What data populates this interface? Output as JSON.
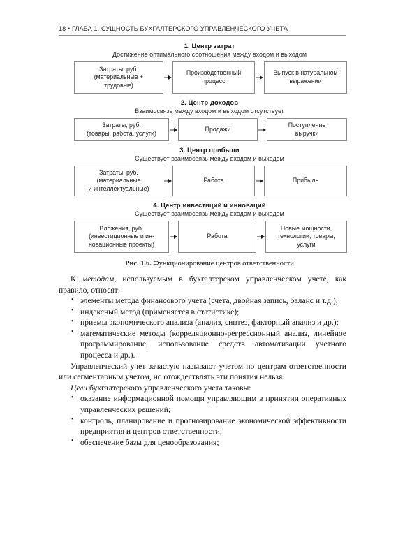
{
  "header": {
    "text": "18 • ГЛАВА 1.  СУЩНОСТЬ БУХГАЛТЕРСКОГО УПРАВЛЕНЧЕСКОГО УЧЕТА"
  },
  "figure": {
    "caption_label": "Рис. 1.6.",
    "caption_text": " Функционирование центров ответственности",
    "blocks": [
      {
        "title": "1. Центр затрат",
        "subtitle": "Достижение оптимального соотношения между входом и выходом",
        "nodes": [
          {
            "lines": [
              "Затраты, руб.",
              "(материальные +",
              "трудовые)"
            ]
          },
          {
            "lines": [
              "Производственный",
              "процесс"
            ]
          },
          {
            "lines": [
              "Выпуск в натуральном",
              "выражении"
            ]
          }
        ]
      },
      {
        "title": "2. Центр доходов",
        "subtitle": "Взаимосвязь между входом и выходом отсутствует",
        "nodes": [
          {
            "lines": [
              "Затраты, руб.",
              "(товары, работа, услуги)"
            ]
          },
          {
            "lines": [
              "Продажи"
            ]
          },
          {
            "lines": [
              "Поступление",
              "выручки"
            ]
          }
        ]
      },
      {
        "title": "3. Центр прибыли",
        "subtitle": "Существует взаимосвязь между входом и выходом",
        "nodes": [
          {
            "lines": [
              "Затраты, руб.",
              "(материальные",
              "и интеллектуальные)"
            ]
          },
          {
            "lines": [
              "Работа"
            ]
          },
          {
            "lines": [
              "Прибыль"
            ]
          }
        ]
      },
      {
        "title": "4. Центр инвестиций и инноваций",
        "subtitle": "Существует взаимосвязь между входом и выходом",
        "nodes": [
          {
            "lines": [
              "Вложения, руб.",
              "(инвестиционные и ин-",
              "новационные проекты)"
            ]
          },
          {
            "lines": [
              "Работа"
            ]
          },
          {
            "lines": [
              "Новые мощности,",
              "технологии, товары,",
              "услуги"
            ]
          }
        ]
      }
    ]
  },
  "body": {
    "para_methods_pre": "К ",
    "para_methods_italic": "методам",
    "para_methods_post": ", используемым в бухгалтерском управленческом учете, как правило, относят:",
    "methods_list": [
      "элементы метода финансового учета (счета, двойная запись, баланс и т.д.);",
      "индексный метод (применяется в статистике);",
      "приемы экономического анализа (анализ, синтез, факторный анализ и др.);",
      "математические методы (корреляционно-регрессионный анализ, линейное программирование, использование средств автоматизации учетного процесса и др.)."
    ],
    "para_responsibility": "Управленческий учет зачастую называют учетом по центрам ответственности или сегментарным учетом, но отождествлять эти понятия нельзя.",
    "para_goals_italic": "Цели",
    "para_goals_post": " бухгалтерского управленческого учета таковы:",
    "goals_list": [
      "оказание информационной помощи управляющим в принятии оперативных управленческих решений;",
      "контроль, планирование и прогнозирование экономической эффективности предприятия и центров ответственности;",
      "обеспечение базы для ценообразования;"
    ]
  }
}
